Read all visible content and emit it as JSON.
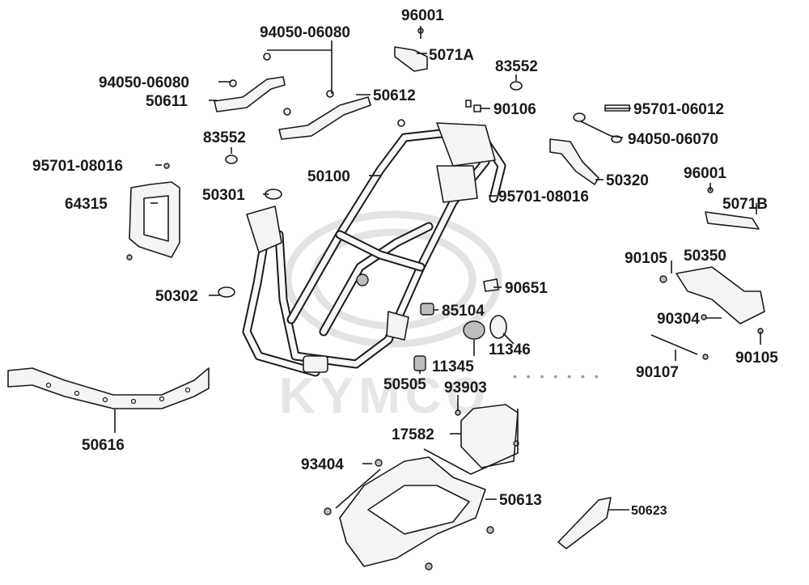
{
  "brand": {
    "watermark_text": "KYMCO",
    "watermark_color": "#e3e3e3"
  },
  "parts": {
    "p96001_top": "96001",
    "p94050_06080_a": "94050-06080",
    "p5071A": "5071A",
    "p83552_a": "83552",
    "p94050_06080_b": "94050-06080",
    "p50611": "50611",
    "p50612": "50612",
    "p90106": "90106",
    "p95701_06012": "95701-06012",
    "p83552_b": "83552",
    "p94050_06070": "94050-06070",
    "p95701_08016_a": "95701-08016",
    "p50100": "50100",
    "p50320": "50320",
    "p96001_b": "96001",
    "p50301": "50301",
    "p95701_08016_b": "95701-08016",
    "p64315": "64315",
    "p5071B": "5071B",
    "p90105_a": "90105",
    "p50350": "50350",
    "p50302": "50302",
    "p90651": "90651",
    "p85104": "85104",
    "p90304": "90304",
    "p11346": "11346",
    "p90105_b": "90105",
    "p11345": "11345",
    "p90107": "90107",
    "p50505": "50505",
    "p93903": "93903",
    "p17582": "17582",
    "p50616": "50616",
    "p93404": "93404",
    "p50613": "50613",
    "p50623": "50623"
  }
}
